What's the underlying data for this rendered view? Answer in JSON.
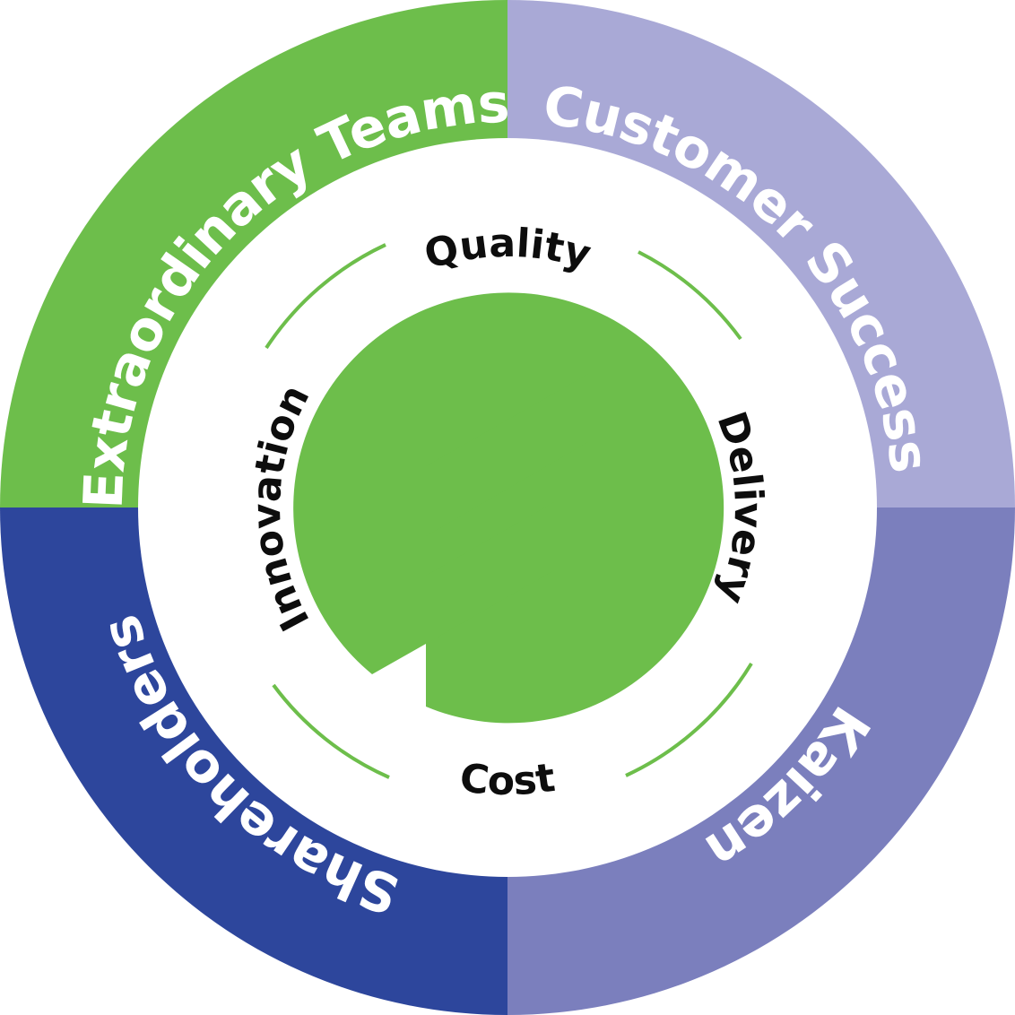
{
  "colors": {
    "green": "#6dbe4b",
    "lavender": "#a9a9d6",
    "periwinkle": "#7b7fbd",
    "navy": "#2d469c",
    "white": "#ffffff",
    "text_dark": "#0d0d0d"
  },
  "outer_ring": {
    "segments": [
      {
        "label": "Extraordinary Teams",
        "color": "#6dbe4b"
      },
      {
        "label": "Customer Success",
        "color": "#a9a9d6"
      },
      {
        "label": "Kaizen",
        "color": "#7b7fbd"
      },
      {
        "label": "Shareholders",
        "color": "#2d469c"
      }
    ]
  },
  "inner_ring": {
    "labels": [
      {
        "label": "Quality"
      },
      {
        "label": "Delivery"
      },
      {
        "label": "Cost"
      },
      {
        "label": "Innovation"
      }
    ]
  },
  "center_logo": {
    "icon": "leaf-s-logo-icon",
    "color": "#6dbe4b"
  }
}
